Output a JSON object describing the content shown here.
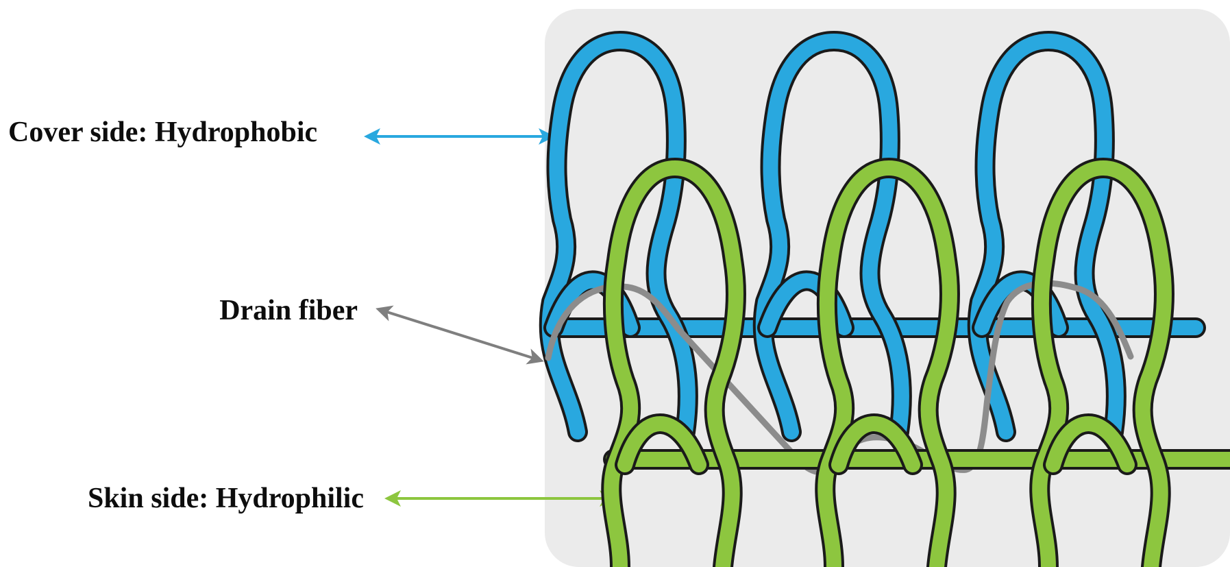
{
  "labels": {
    "cover": "Cover side: Hydrophobic",
    "drain": "Drain fiber",
    "skin": "Skin side: Hydrophilic"
  },
  "colors": {
    "cover_yarn": "#29a8df",
    "skin_yarn": "#8dc63f",
    "drain_fiber": "#8c8c8c",
    "background_panel": "#ebebeb",
    "outline": "#1a1a1a",
    "cover_arrow": "#29a8df",
    "drain_arrow": "#7f7f7f",
    "skin_arrow": "#8dc63f"
  }
}
